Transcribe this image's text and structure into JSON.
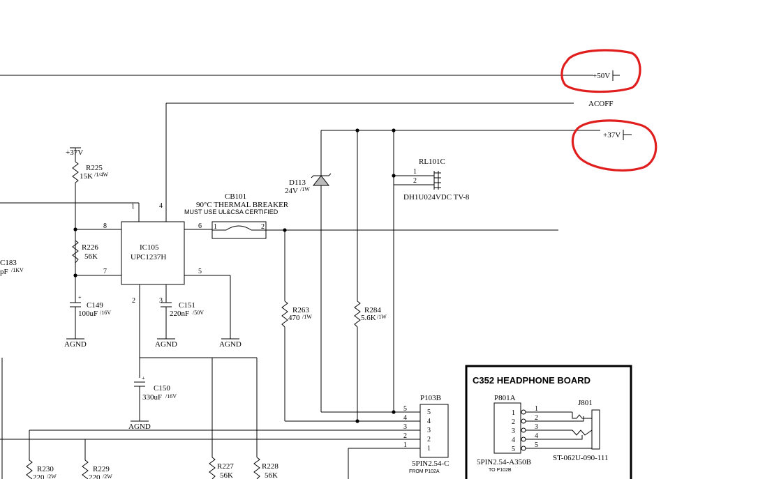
{
  "rails": {
    "plus50v": "+50V",
    "acoff": "ACOFF",
    "plus37v_right": "+37V",
    "plus37v_left": "+37V"
  },
  "ic": {
    "ref": "IC105",
    "part": "UPC1237H",
    "pins": [
      "1",
      "2",
      "3",
      "4",
      "5",
      "6",
      "7",
      "8"
    ]
  },
  "breaker": {
    "ref": "CB101",
    "desc": "90°C THERMAL BREAKER",
    "note": "MUST USE UL&CSA CERTIFIED",
    "pin1": "1",
    "pin2": "2"
  },
  "resistors": {
    "r225": {
      "ref": "R225",
      "value": "15K",
      "rating": "/1/4W"
    },
    "r226": {
      "ref": "R226",
      "value": "56K"
    },
    "r263": {
      "ref": "R263",
      "value": "470",
      "rating": "/1W"
    },
    "r284": {
      "ref": "R284",
      "value": "5.6K",
      "rating": "/1W"
    },
    "r230": {
      "ref": "R230",
      "value": "220",
      "rating": "/2W"
    },
    "r229": {
      "ref": "R229",
      "value": "220",
      "rating": "/2W"
    },
    "r227": {
      "ref": "R227",
      "value": "56K"
    },
    "r228": {
      "ref": "R228",
      "value": "56K"
    }
  },
  "capacitors": {
    "c183": {
      "ref": "C183",
      "value": "pF",
      "rating": "/1KV"
    },
    "c149": {
      "ref": "C149",
      "value": "100uF",
      "rating": "/16V",
      "polarity": "+"
    },
    "c151": {
      "ref": "C151",
      "value": "220nF",
      "rating": "/50V"
    },
    "c150": {
      "ref": "C150",
      "value": "330uF",
      "rating": "/16V",
      "polarity": "+"
    }
  },
  "grounds": {
    "g1": "AGND",
    "g2": "AGND",
    "g3": "AGND",
    "g4": "AGND"
  },
  "diode": {
    "ref": "D113",
    "value": "24V",
    "rating": "/1W"
  },
  "relay": {
    "ref": "RL101C",
    "part": "DH1U024VDC TV-8",
    "pin1": "1",
    "pin2": "2"
  },
  "p103b": {
    "ref": "P103B",
    "part": "5PIN2.54-C",
    "from": "FROM P102A",
    "pins": [
      "5",
      "4",
      "3",
      "2",
      "1"
    ],
    "wire_labels": [
      "5",
      "4",
      "3",
      "2",
      "1"
    ]
  },
  "headphone_board": {
    "title": "C352 HEADPHONE BOARD",
    "p801a": {
      "ref": "P801A",
      "part": "5PIN2.54-A350B",
      "to": "TO P102B",
      "pins": [
        "1",
        "2",
        "3",
        "4",
        "5"
      ],
      "wire_labels": [
        "1",
        "2",
        "3",
        "4",
        "5"
      ]
    },
    "j801": {
      "ref": "J801",
      "part": "ST-062U-090-111"
    }
  },
  "colors": {
    "highlight": "#e01e1e",
    "ink": "#000000"
  }
}
